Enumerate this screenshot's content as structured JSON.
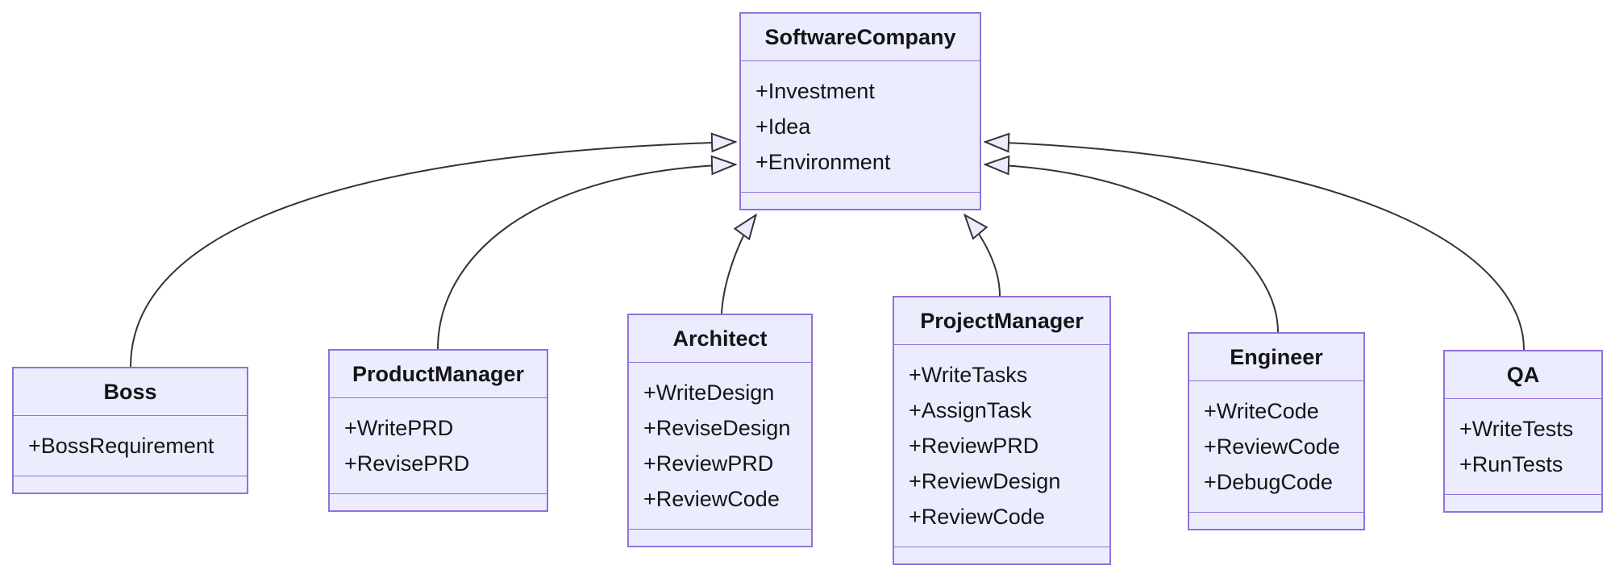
{
  "diagram": {
    "type": "uml-class-diagram",
    "classes": [
      {
        "name": "SoftwareCompany",
        "members": [
          "+Investment",
          "+Idea",
          "+Environment"
        ]
      },
      {
        "name": "Boss",
        "members": [
          "+BossRequirement"
        ]
      },
      {
        "name": "ProductManager",
        "members": [
          "+WritePRD",
          "+RevisePRD"
        ]
      },
      {
        "name": "Architect",
        "members": [
          "+WriteDesign",
          "+ReviseDesign",
          "+ReviewPRD",
          "+ReviewCode"
        ]
      },
      {
        "name": "ProjectManager",
        "members": [
          "+WriteTasks",
          "+AssignTask",
          "+ReviewPRD",
          "+ReviewDesign",
          "+ReviewCode"
        ]
      },
      {
        "name": "Engineer",
        "members": [
          "+WriteCode",
          "+ReviewCode",
          "+DebugCode"
        ]
      },
      {
        "name": "QA",
        "members": [
          "+WriteTests",
          "+RunTests"
        ]
      }
    ],
    "relationships": [
      {
        "from": "Boss",
        "to": "SoftwareCompany",
        "type": "inheritance"
      },
      {
        "from": "ProductManager",
        "to": "SoftwareCompany",
        "type": "inheritance"
      },
      {
        "from": "Architect",
        "to": "SoftwareCompany",
        "type": "inheritance"
      },
      {
        "from": "ProjectManager",
        "to": "SoftwareCompany",
        "type": "inheritance"
      },
      {
        "from": "Engineer",
        "to": "SoftwareCompany",
        "type": "inheritance"
      },
      {
        "from": "QA",
        "to": "SoftwareCompany",
        "type": "inheritance"
      }
    ],
    "colors": {
      "node_fill": "#ECECFF",
      "node_border": "#9370DB",
      "edge_line": "#333333",
      "arrowhead_fill": "#ECECFF",
      "text": "#131516",
      "background": "#FFFFFF"
    }
  }
}
